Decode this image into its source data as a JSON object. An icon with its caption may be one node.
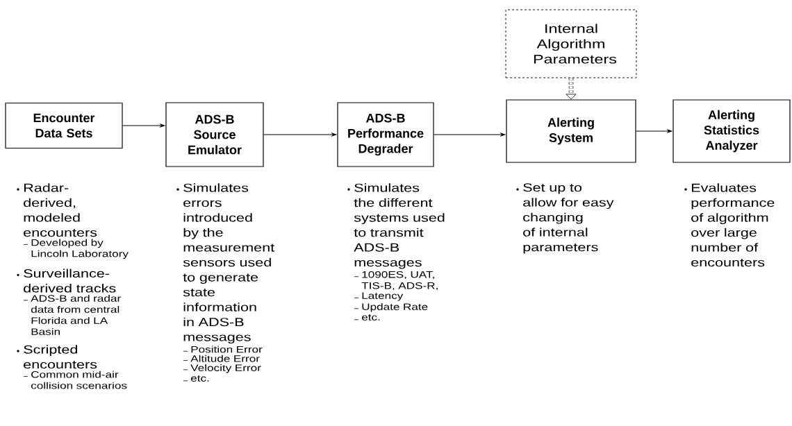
{
  "diagram": {
    "nodes": [
      {
        "text": [
          "Encounter Data Sets"
        ],
        "beside": [
          "Radar-derived, modeled encounters",
          "Developed by Lincoln Laboratory",
          "Surveillance-derived tracks",
          "ADS-B and radar data from central Florida and LA Basin",
          "Scripted encounters",
          "Common mid-air collision scenarios"
        ]
      },
      {
        "text": [
          "ADS-B Source Emulator"
        ],
        "beside": [
          "Simulates errors introduced by the measurement sensors used to generate state information in ADS-B messages",
          "Position Error",
          "Altitude Error",
          "Velocity Error",
          "etc."
        ]
      },
      {
        "text": [
          "ADS-B Performance Degrader"
        ],
        "beside": [
          "Simulates the different systems used to transmit ADS-B messages",
          "1090ES, UAT, TIS-B, ADS-R,",
          "Latency",
          "Update Rate",
          "etc."
        ]
      },
      {
        "text": [
          "Alerting System"
        ],
        "beside": [
          "Set up to allow for easy changing of internal parameters"
        ]
      },
      {
        "text": [
          "Alerting Statistics Analyzer"
        ],
        "beside": [
          "Evaluates performance of algorithm over large number of encounters"
        ]
      },
      {
        "text": [
          "Internal Algorithm Parameters"
        ]
      }
    ],
    "edges": [
      {
        "from": 0,
        "to": 1,
        "arrow": "to"
      },
      {
        "from": 1,
        "to": 2,
        "arrow": "to"
      },
      {
        "from": 2,
        "to": 3,
        "arrow": "to"
      },
      {
        "from": 3,
        "to": 4,
        "arrow": "to"
      },
      {
        "from": 5,
        "to": 3,
        "arrow": "to",
        "style": "dashed"
      }
    ]
  }
}
